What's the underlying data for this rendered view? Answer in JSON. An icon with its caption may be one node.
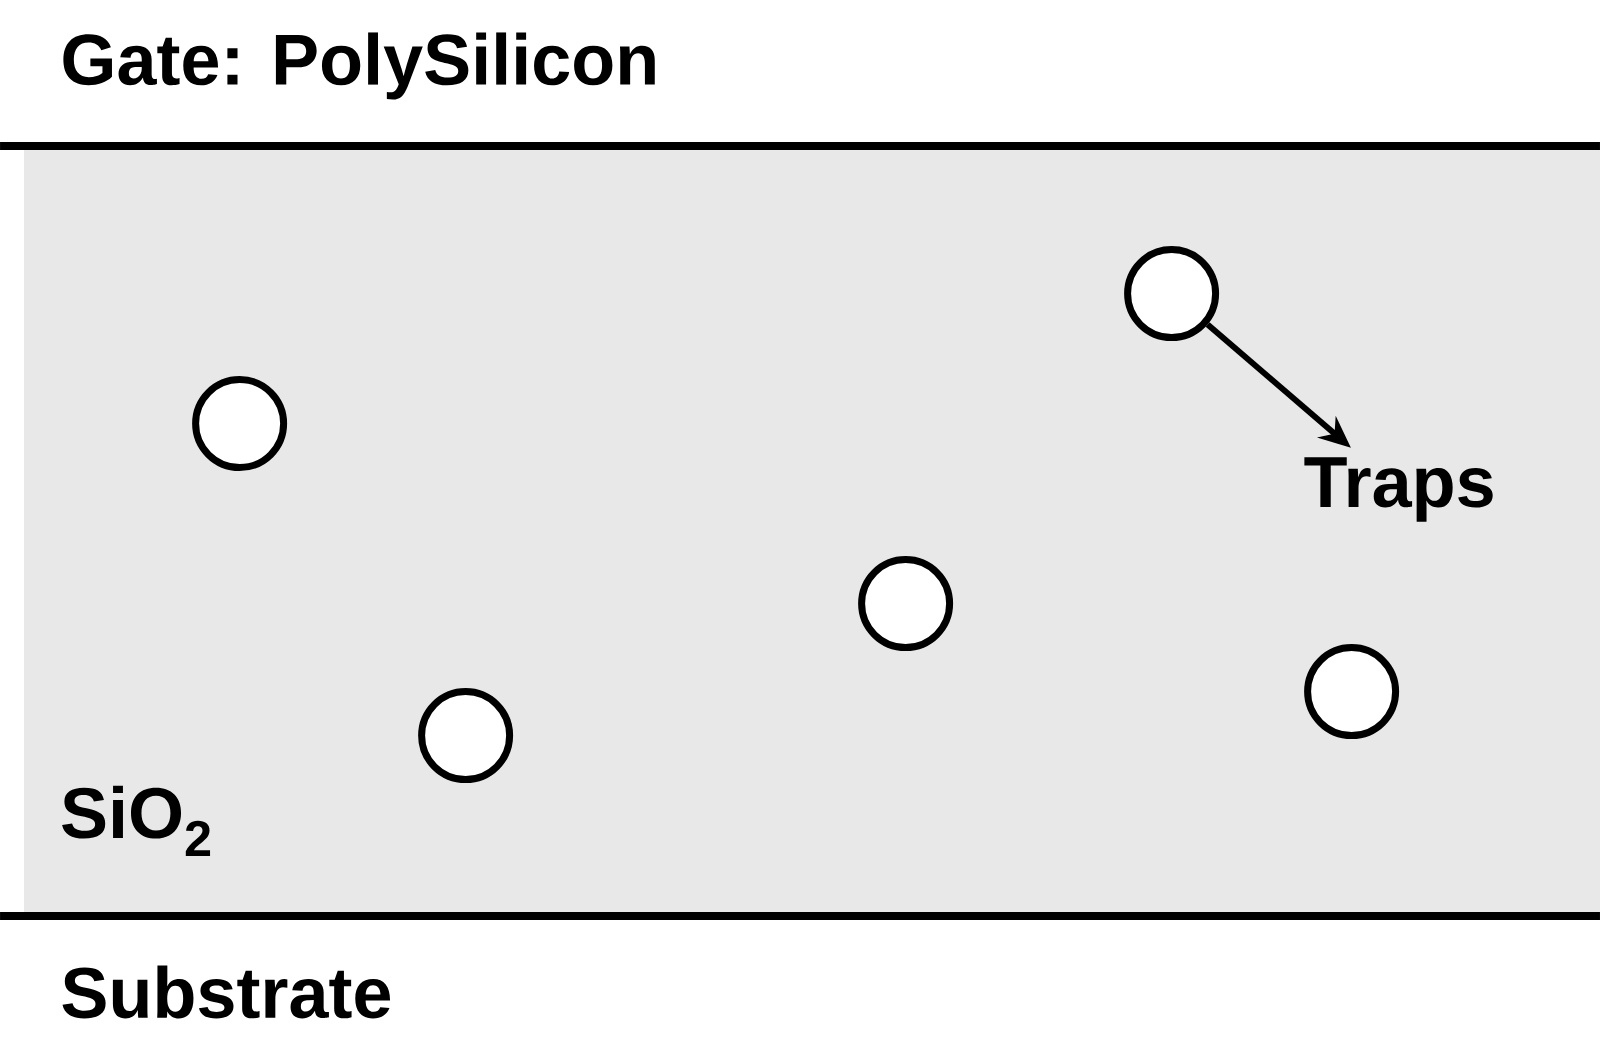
{
  "diagram": {
    "nodes": [
      {
        "text": [
          "SiO$_{2}$"
        ]
      },
      {
        "text": [],
        "shape": "circle",
        "in": 0
      },
      {
        "text": [],
        "shape": "circle",
        "in": 0
      },
      {
        "text": [],
        "shape": "circle",
        "in": 0
      },
      {
        "text": [],
        "shape": "circle",
        "in": 0
      },
      {
        "text": [],
        "shape": "circle",
        "in": 0
      },
      {
        "text": [
          "Traps"
        ],
        "in": 0
      }
    ],
    "edges": [
      {
        "from": 4,
        "to": 6,
        "arrow": "to"
      }
    ],
    "labels": [
      "Gate: PolySilicon",
      "Substrate"
    ]
  }
}
